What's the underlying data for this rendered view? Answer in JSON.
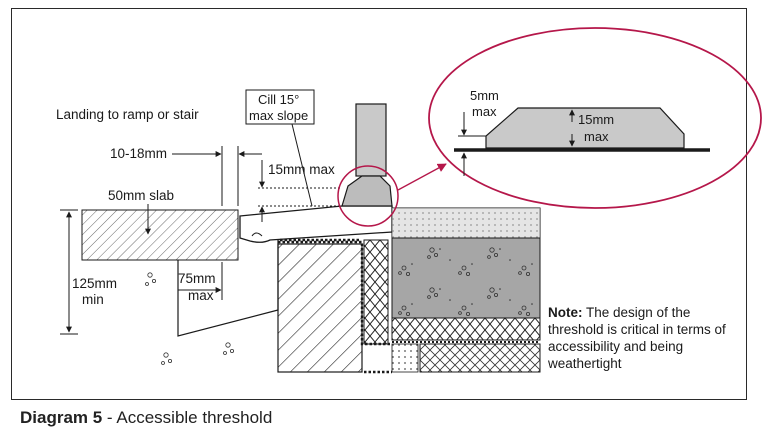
{
  "labels": {
    "landing": "Landing to ramp or stair",
    "cill_line1": "Cill 15°",
    "cill_line2": "max slope",
    "gap": "10-18mm",
    "upstand": "15mm max",
    "slab": "50mm slab",
    "depth_line1": "125mm",
    "depth_line2": "min",
    "step_line1": "75mm",
    "step_line2": "max",
    "detail_edge_line1": "5mm",
    "detail_edge_line2": "max",
    "detail_height_line1": "15mm",
    "detail_height_line2": "max"
  },
  "note": {
    "heading": "Note:",
    "body": "The design of the threshold is critical in terms of accessibility and being weathertight"
  },
  "caption": {
    "number": "Diagram 5",
    "separator": " - ",
    "title": "Accessible threshold"
  },
  "colors": {
    "line": "#1a1a1a",
    "accent": "#b5174a",
    "concrete": "#9e9e9e",
    "screed": "#c8c8c8",
    "grey_fill": "#c9c9c9"
  }
}
